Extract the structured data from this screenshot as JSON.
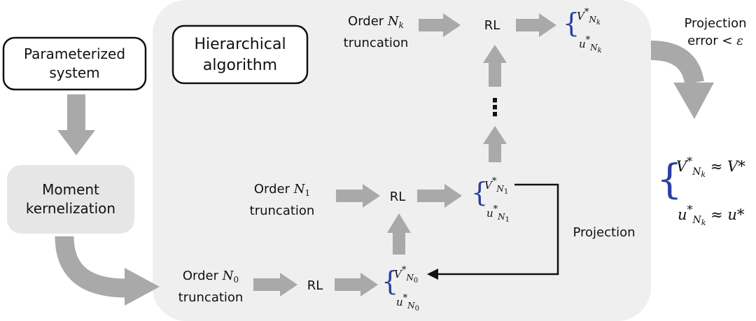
{
  "param_box": {
    "line1": "Parameterized",
    "line2": "system"
  },
  "moment_box": {
    "line1": "Moment",
    "line2": "kernelization"
  },
  "hier_box": {
    "line1": "Hierarchical",
    "line2": "algorithm"
  },
  "levels": {
    "n0": {
      "order_word": "Order",
      "order_sym": "N",
      "order_sub": "0",
      "trunc": "truncation",
      "rl": "RL",
      "v_sym": "V",
      "u_sym": "u",
      "star": "*",
      "sub_n": "N",
      "sub_idx": "0"
    },
    "n1": {
      "order_word": "Order",
      "order_sym": "N",
      "order_sub": "1",
      "trunc": "truncation",
      "rl": "RL",
      "v_sym": "V",
      "u_sym": "u",
      "star": "*",
      "sub_n": "N",
      "sub_idx": "1"
    },
    "nk": {
      "order_word": "Order",
      "order_sym": "N",
      "order_sub": "k",
      "trunc": "truncation",
      "rl": "RL",
      "v_sym": "V",
      "u_sym": "u",
      "star": "*",
      "sub_n": "N",
      "sub_idx": "k"
    }
  },
  "dots": "⋮",
  "projection_label": "Projection",
  "projection_error": {
    "line1": "Projection",
    "line2": "error <",
    "eps": "ε"
  },
  "final": {
    "v_lhs": "V",
    "v_rhs": "≈ V*",
    "u_lhs": "u",
    "u_rhs": "≈ u*",
    "star": "*",
    "sub_n": "N",
    "sub_idx": "k"
  },
  "colors": {
    "panel": "#efefef",
    "box_fill": "#e9e9e9",
    "arrow_gray": "#a9a9a9",
    "brace_blue": "#2a3f9e",
    "line_black": "#111111"
  }
}
